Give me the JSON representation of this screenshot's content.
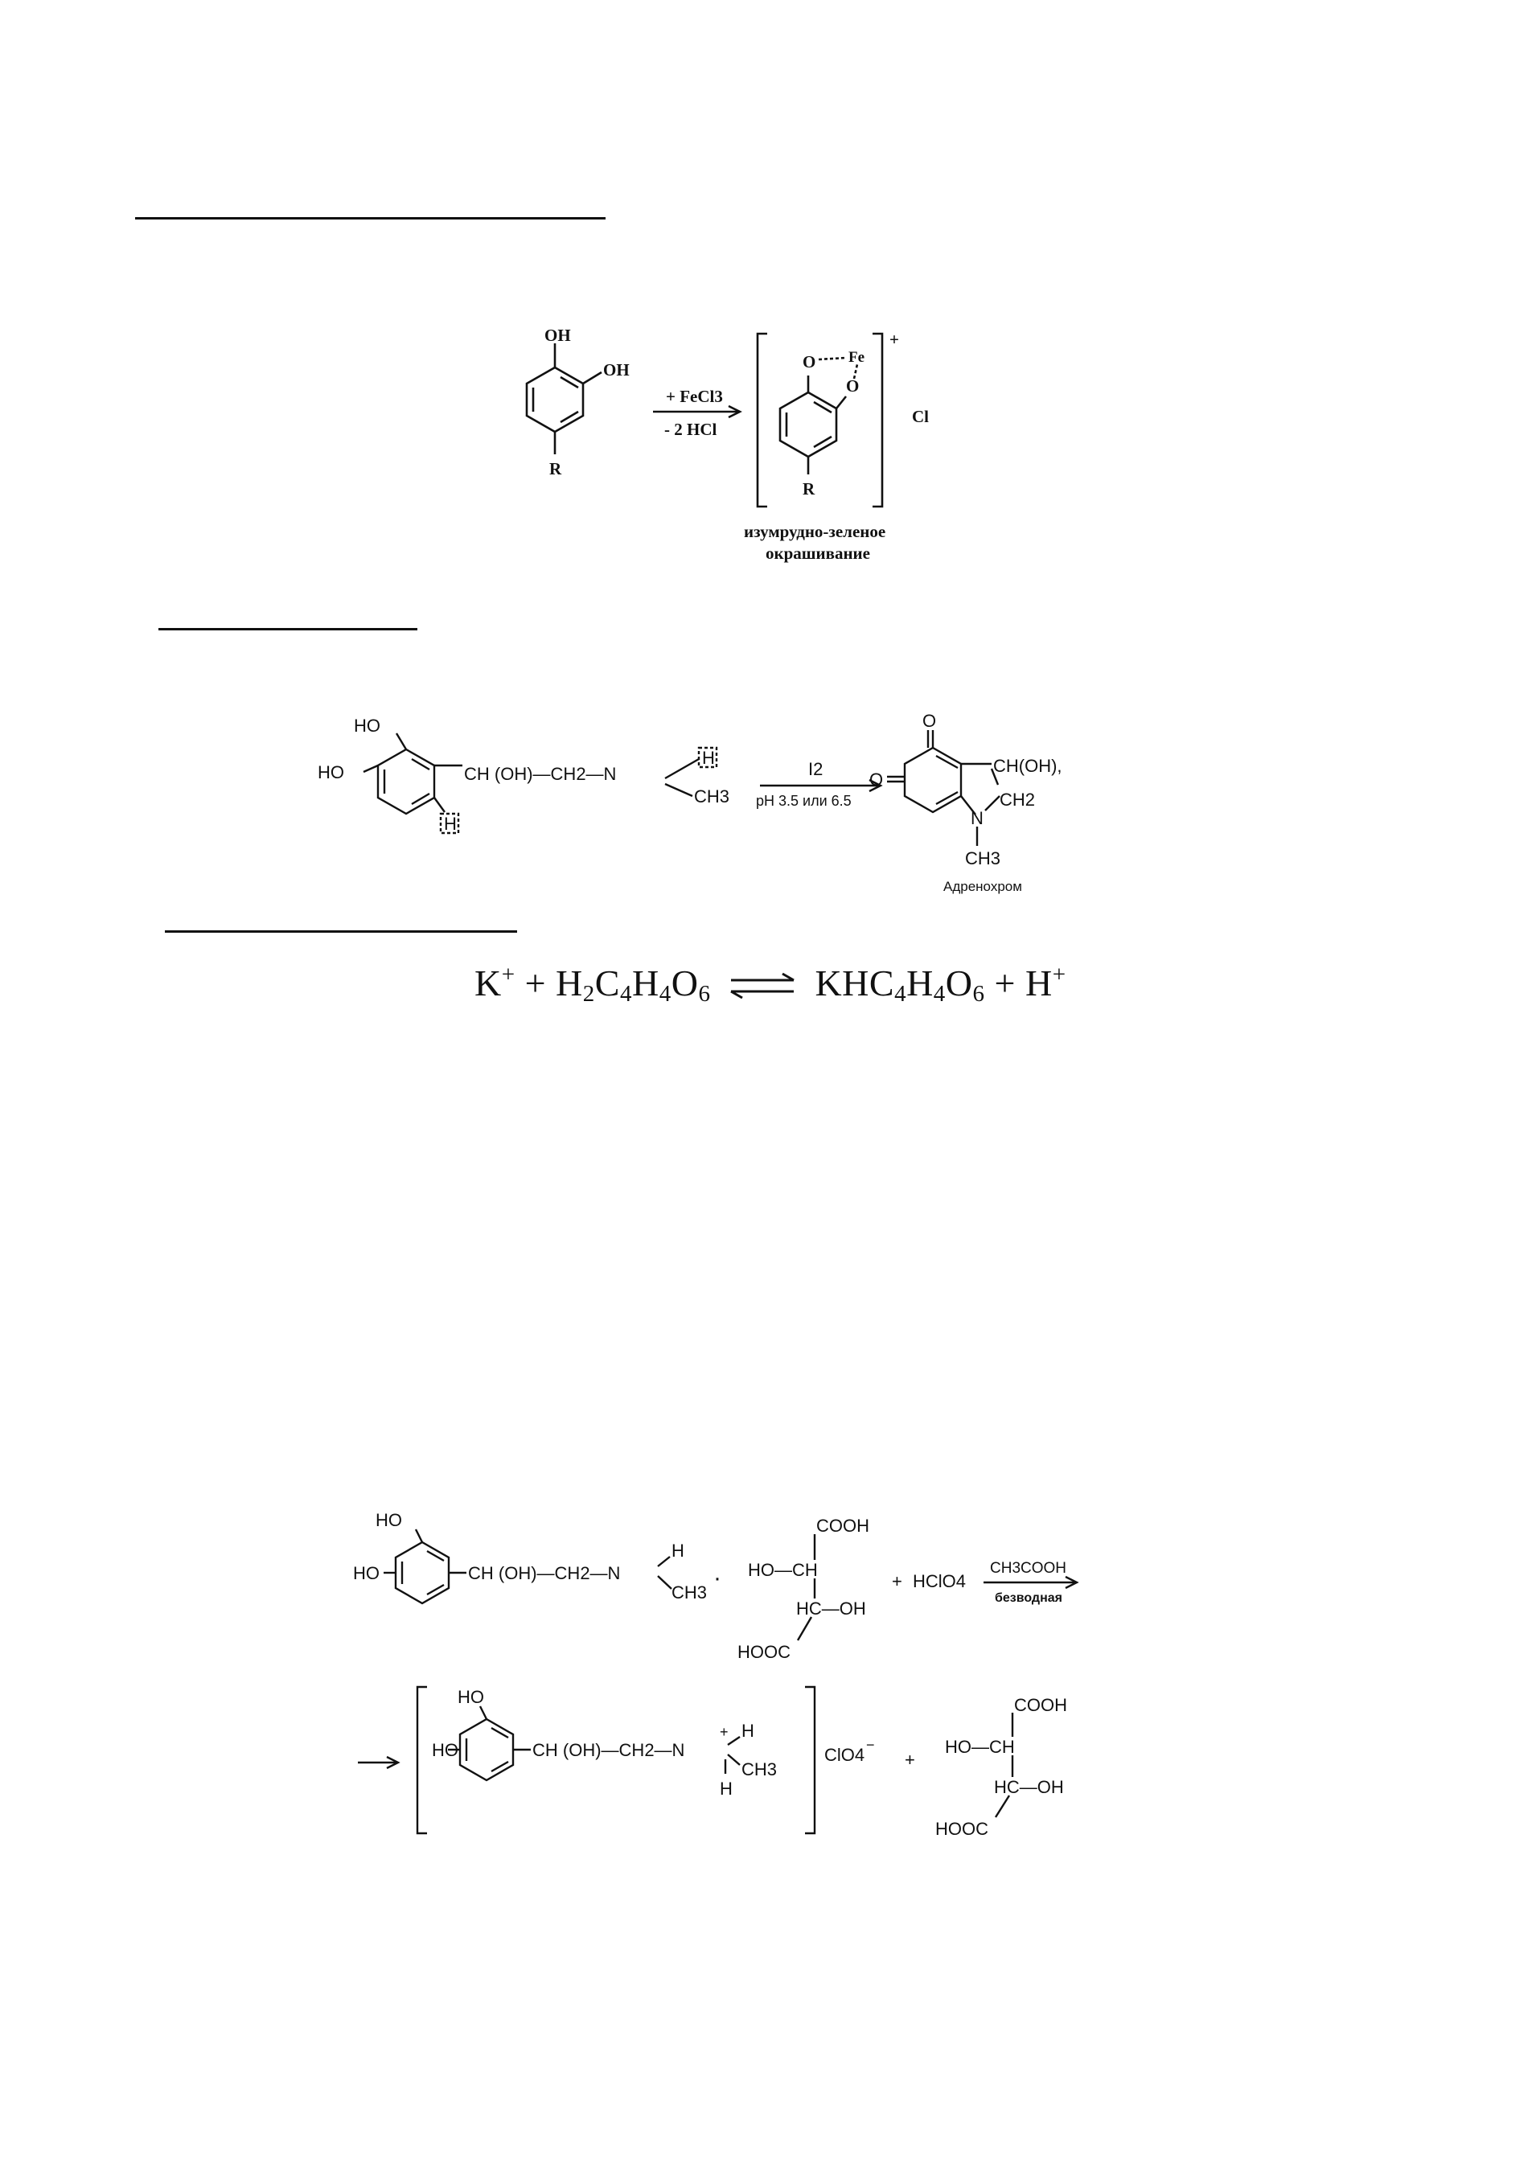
{
  "scheme1": {
    "reactant_oh_top": "OH",
    "reactant_oh_side": "OH",
    "reactant_r": "R",
    "reagent_above": "+ FeCl3",
    "reagent_below": "- 2 HCl",
    "complex_o1": "O",
    "complex_fe": "Fe",
    "complex_o2": "O",
    "complex_r": "R",
    "complex_charge": "+",
    "counter_ion": "Cl",
    "caption_line1": "изумрудно-зеленое",
    "caption_line2": "окрашивание"
  },
  "scheme2": {
    "ho_top": "HO",
    "ho_left": "HO",
    "chain": "CH (OH)—CH2—N",
    "nh_boxed": "H",
    "n_methyl": "CH3",
    "ring_h_boxed": "H",
    "reagent_above": "I2",
    "reagent_below": "pH 3.5 или 6.5",
    "quinone_o_top": "O",
    "quinone_o_left": "O",
    "product_choh": "CH(OH),",
    "product_ch2": "CH2",
    "product_n": "N",
    "product_ch3": "CH3",
    "product_name": "Адренохром"
  },
  "equation3": {
    "k_ion": "K",
    "k_charge": "+",
    "plus": "+",
    "acid": "H2C4H4O6",
    "salt": "KHC4H4O6",
    "plus2": "+",
    "h_ion": "H",
    "h_charge": "+"
  },
  "scheme4": {
    "ho_top": "HO",
    "ho_left": "HO",
    "chain": "CH (OH)—CH2—N",
    "n_h": "H",
    "n_ch3": "CH3",
    "salt_dot": "·",
    "tartaric_cooh_top": "COOH",
    "tartaric_ho_ch": "HO—CH",
    "tartaric_hc_oh": "HC—OH",
    "tartaric_hooc": "HOOC",
    "plus": "+",
    "hclo4": "HClO4",
    "reagent_above": "CH3COOH",
    "reagent_below": "безводная",
    "p_ho_top": "HO",
    "p_ho_left": "HO",
    "p_chain": "CH (OH)—CH2—N",
    "p_n_plus": "+",
    "p_n_h_top": "H",
    "p_n_h_bottom": "H",
    "p_n_ch3": "CH3",
    "perchlorate": "ClO4",
    "perchlorate_charge": "−",
    "plus2": "+",
    "p_tartaric_cooh_top": "COOH",
    "p_tartaric_ho_ch": "HO—CH",
    "p_tartaric_hc_oh": "HC—OH",
    "p_tartaric_hooc": "HOOC"
  }
}
